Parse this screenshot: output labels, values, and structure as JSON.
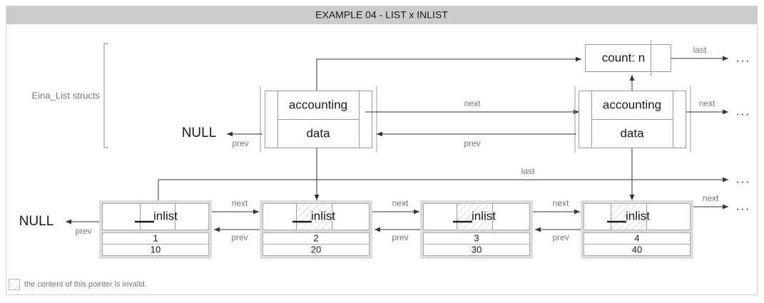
{
  "title": "EXAMPLE 04 - LIST x INLIST",
  "bracket_label": "Eina_List structs",
  "legend": {
    "text": "the content of this pointer is invalid.",
    "swatch": "hatch-swatch"
  },
  "colors": {
    "titlebar": "#cccccc",
    "frame_border": "#d2d2d2",
    "box_stroke": "#9a9a9a",
    "node_wrap": "#dcdcdc",
    "node_cell_stroke": "#aaaaaa",
    "arrow": "#333333",
    "label_text": "#777777",
    "body_text": "#1a1a1a"
  },
  "count_box": {
    "label": "count: n",
    "out_label": "last",
    "out_ellipsis": "..."
  },
  "list_nodes": [
    {
      "id": "list-node-1",
      "accounting": "accounting",
      "data": "data",
      "prev_label": "prev",
      "prev_target": "NULL",
      "next_label": "next"
    },
    {
      "id": "list-node-2",
      "accounting": "accounting",
      "data": "data",
      "prev_label": "prev",
      "next_label": "next",
      "next_ellipsis": "..."
    }
  ],
  "inlist_nodes": [
    {
      "id": "inlist-node-1",
      "label": "inlist",
      "value_top": "1",
      "value_bottom": "10",
      "hatched": false,
      "next_label": "next",
      "prev_label": "prev"
    },
    {
      "id": "inlist-node-2",
      "label": "inlist",
      "value_top": "2",
      "value_bottom": "20",
      "hatched": true,
      "next_label": "next",
      "prev_label": "prev"
    },
    {
      "id": "inlist-node-3",
      "label": "inlist",
      "value_top": "3",
      "value_bottom": "30",
      "hatched": true,
      "next_label": "next",
      "prev_label": "prev"
    },
    {
      "id": "inlist-node-4",
      "label": "inlist",
      "value_top": "4",
      "value_bottom": "40",
      "hatched": true,
      "next_label": "next",
      "prev_label": "prev"
    }
  ],
  "inlist_head_prev": "NULL",
  "inlist_head_prev_label": "prev",
  "inlist_tail_ellipsis": "...",
  "last_pointer_label": "last",
  "last_pointer_ellipsis": "..."
}
